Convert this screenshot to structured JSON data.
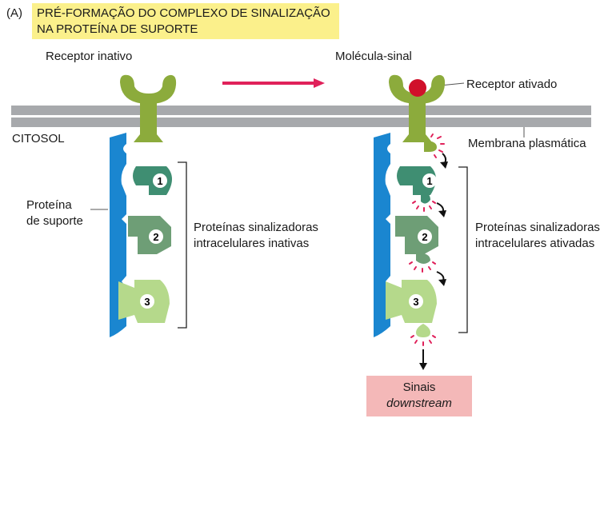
{
  "panel": {
    "letter": "(A)",
    "title_line1": "PRÉ-FORMAÇÃO DO COMPLEXO DE SINALIZAÇÃO",
    "title_line2": "NA PROTEÍNA DE SUPORTE"
  },
  "labels": {
    "inactive_receptor": "Receptor inativo",
    "signal_molecule": "Molécula-sinal",
    "active_receptor": "Receptor ativado",
    "cytosol": "CITOSOL",
    "plasma_membrane": "Membrana plasmática",
    "scaffold_line1": "Proteína",
    "scaffold_line2": "de suporte",
    "inactive_proteins_line1": "Proteínas sinalizadoras",
    "inactive_proteins_line2": "intracelulares inativas",
    "active_proteins_line1": "Proteínas sinalizadoras",
    "active_proteins_line2": "intracelulares ativadas",
    "output_line1": "Sinais",
    "output_line2": "downstream"
  },
  "protein_numbers": [
    "1",
    "2",
    "3"
  ],
  "colors": {
    "title_bg": "#fbf08b",
    "output_bg": "#f4b8b8",
    "membrane": "#a7a9ac",
    "scaffold": "#1a86d0",
    "receptor": "#8cab3c",
    "protein1": "#3f8e72",
    "protein2": "#6e9e76",
    "protein3": "#b5d98b",
    "signal": "#d0102a",
    "transition_arrow": "#e0215a"
  }
}
